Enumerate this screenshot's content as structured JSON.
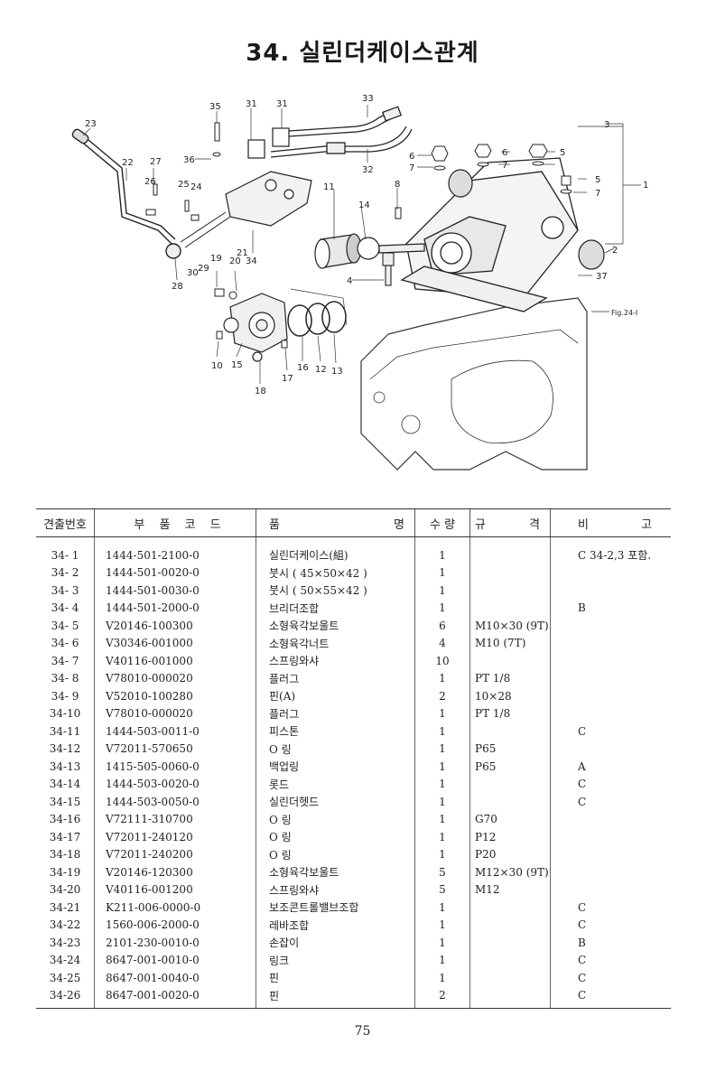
{
  "header": {
    "title": "34. 실린더케이스관계"
  },
  "figure": {
    "callouts": {
      "c1": "1",
      "c2": "2",
      "c3": "3",
      "c4": "4",
      "c5a": "5",
      "c5b": "5",
      "c6a": "6",
      "c6b": "6",
      "c7a": "7",
      "c7b": "7",
      "c7c": "7",
      "c8": "8",
      "c10": "10",
      "c11": "11",
      "c12": "12",
      "c13": "13",
      "c14": "14",
      "c15": "15",
      "c16": "16",
      "c17": "17",
      "c18": "18",
      "c19": "19",
      "c20": "20",
      "c21": "21",
      "c22": "22",
      "c23": "23",
      "c24": "24",
      "c25": "25",
      "c26": "26",
      "c27": "27",
      "c28": "28",
      "c29": "29",
      "c30": "30",
      "c31a": "31",
      "c31b": "31",
      "c32": "32",
      "c33": "33",
      "c34": "34",
      "c35": "35",
      "c36": "36",
      "c37": "37"
    },
    "fig_ref": "Fig.24-I"
  },
  "table": {
    "headers": {
      "ref": "견출번호",
      "code": "부 품 코 드",
      "name_left": "품",
      "name_right": "명",
      "qty": "수 량",
      "spec_left": "규",
      "spec_right": "격",
      "note_left": "비",
      "note_right": "고"
    },
    "rows": [
      {
        "ref": "34- 1",
        "code": "1444-501-2100-0",
        "name": "실린더케이스(組)",
        "qty": "1",
        "spec": "",
        "note": "C 34-2,3 포함."
      },
      {
        "ref": "34- 2",
        "code": "1444-501-0020-0",
        "name": "붓시 ( 45×50×42 )",
        "qty": "1",
        "spec": "",
        "note": ""
      },
      {
        "ref": "34- 3",
        "code": "1444-501-0030-0",
        "name": "붓시 ( 50×55×42 )",
        "qty": "1",
        "spec": "",
        "note": ""
      },
      {
        "ref": "34- 4",
        "code": "1444-501-2000-0",
        "name": "브리더조합",
        "qty": "1",
        "spec": "",
        "note": "B"
      },
      {
        "ref": "34- 5",
        "code": "V20146-100300",
        "name": "소형육각보울트",
        "qty": "6",
        "spec": "M10×30 (9T)",
        "note": ""
      },
      {
        "ref": "34- 6",
        "code": "V30346-001000",
        "name": "소형육각너트",
        "qty": "4",
        "spec": "M10 (7T)",
        "note": ""
      },
      {
        "ref": "34- 7",
        "code": "V40116-001000",
        "name": "스프링와샤",
        "qty": "10",
        "spec": "",
        "note": ""
      },
      {
        "ref": "34- 8",
        "code": "V78010-000020",
        "name": "플러그",
        "qty": "1",
        "spec": "PT 1/8",
        "note": ""
      },
      {
        "ref": "34- 9",
        "code": "V52010-100280",
        "name": "핀(A)",
        "qty": "2",
        "spec": "10×28",
        "note": ""
      },
      {
        "ref": "34-10",
        "code": "V78010-000020",
        "name": "플러그",
        "qty": "1",
        "spec": "PT 1/8",
        "note": ""
      },
      {
        "ref": "34-11",
        "code": "1444-503-0011-0",
        "name": "피스톤",
        "qty": "1",
        "spec": "",
        "note": "C"
      },
      {
        "ref": "34-12",
        "code": "V72011-570650",
        "name": "O 링",
        "qty": "1",
        "spec": "P65",
        "note": ""
      },
      {
        "ref": "34-13",
        "code": "1415-505-0060-0",
        "name": "백업링",
        "qty": "1",
        "spec": "P65",
        "note": "A"
      },
      {
        "ref": "34-14",
        "code": "1444-503-0020-0",
        "name": "롯드",
        "qty": "1",
        "spec": "",
        "note": "C"
      },
      {
        "ref": "34-15",
        "code": "1444-503-0050-0",
        "name": "실린더헷드",
        "qty": "1",
        "spec": "",
        "note": "C"
      },
      {
        "ref": "34-16",
        "code": "V72111-310700",
        "name": "O 링",
        "qty": "1",
        "spec": "G70",
        "note": ""
      },
      {
        "ref": "34-17",
        "code": "V72011-240120",
        "name": "O 링",
        "qty": "1",
        "spec": "P12",
        "note": ""
      },
      {
        "ref": "34-18",
        "code": "V72011-240200",
        "name": "O 링",
        "qty": "1",
        "spec": "P20",
        "note": ""
      },
      {
        "ref": "34-19",
        "code": "V20146-120300",
        "name": "소형육각보울트",
        "qty": "5",
        "spec": "M12×30 (9T)",
        "note": ""
      },
      {
        "ref": "34-20",
        "code": "V40116-001200",
        "name": "스프링와샤",
        "qty": "5",
        "spec": "M12",
        "note": ""
      },
      {
        "ref": "34-21",
        "code": "K211-006-0000-0",
        "name": "보조콘트롤밸브조합",
        "qty": "1",
        "spec": "",
        "note": "C"
      },
      {
        "ref": "34-22",
        "code": "1560-006-2000-0",
        "name": "레바조합",
        "qty": "1",
        "spec": "",
        "note": "C"
      },
      {
        "ref": "34-23",
        "code": "2101-230-0010-0",
        "name": "손잡이",
        "qty": "1",
        "spec": "",
        "note": "B"
      },
      {
        "ref": "34-24",
        "code": "8647-001-0010-0",
        "name": "링크",
        "qty": "1",
        "spec": "",
        "note": "C"
      },
      {
        "ref": "34-25",
        "code": "8647-001-0040-0",
        "name": "핀",
        "qty": "1",
        "spec": "",
        "note": "C"
      },
      {
        "ref": "34-26",
        "code": "8647-001-0020-0",
        "name": "핀",
        "qty": "2",
        "spec": "",
        "note": "C"
      }
    ]
  },
  "footer": {
    "page_number": "75"
  }
}
